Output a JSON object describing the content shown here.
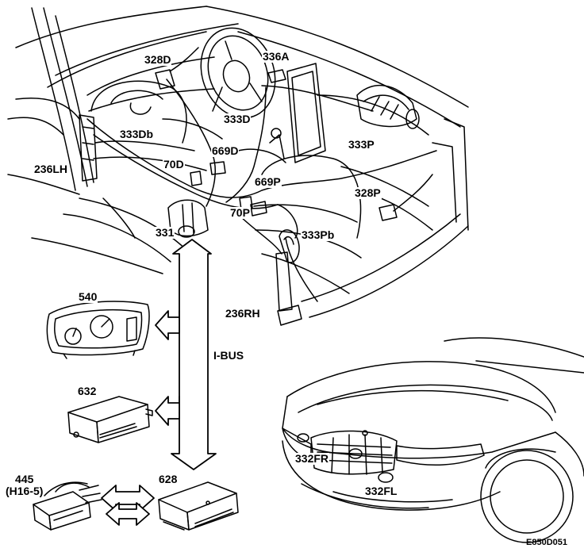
{
  "colors": {
    "line": "#000000",
    "background": "#ffffff"
  },
  "labels": {
    "l328D": "328D",
    "l336A": "336A",
    "l333Db": "333Db",
    "l333D": "333D",
    "l669D": "669D",
    "l333P": "333P",
    "l70D": "70D",
    "l236LH": "236LH",
    "l669P": "669P",
    "l328P": "328P",
    "l70P": "70P",
    "l331": "331",
    "l333Pb": "333Pb",
    "l540": "540",
    "l236RH": "236RH",
    "l632": "632",
    "l332FR": "332FR",
    "l445": "445",
    "l445sub": "(H16-5)",
    "l628": "628",
    "l332FL": "332FL"
  },
  "bus_label": "I-BUS",
  "figure_code": "E850D051"
}
